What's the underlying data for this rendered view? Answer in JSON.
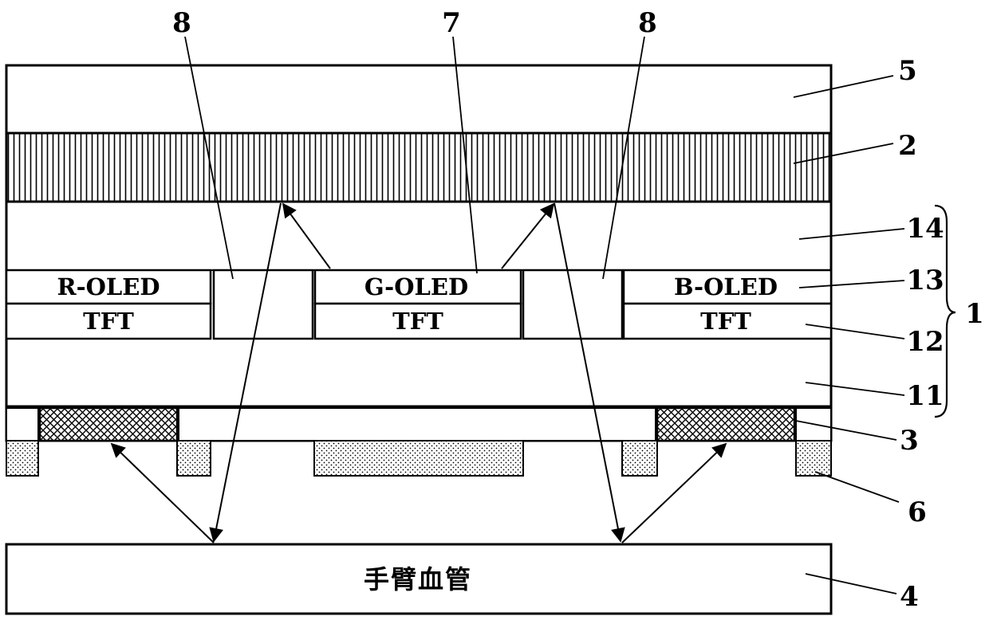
{
  "labels": {
    "r_oled": "R-OLED",
    "g_oled": "G-OLED",
    "b_oled": "B-OLED",
    "tft": "TFT",
    "arm_vessel": "手臂血管"
  },
  "callouts": {
    "n1": "1",
    "n2": "2",
    "n3": "3",
    "n4": "4",
    "n5": "5",
    "n6": "6",
    "n7": "7",
    "n8a": "8",
    "n8b": "8",
    "n11": "11",
    "n12": "12",
    "n13": "13",
    "n14": "14"
  }
}
